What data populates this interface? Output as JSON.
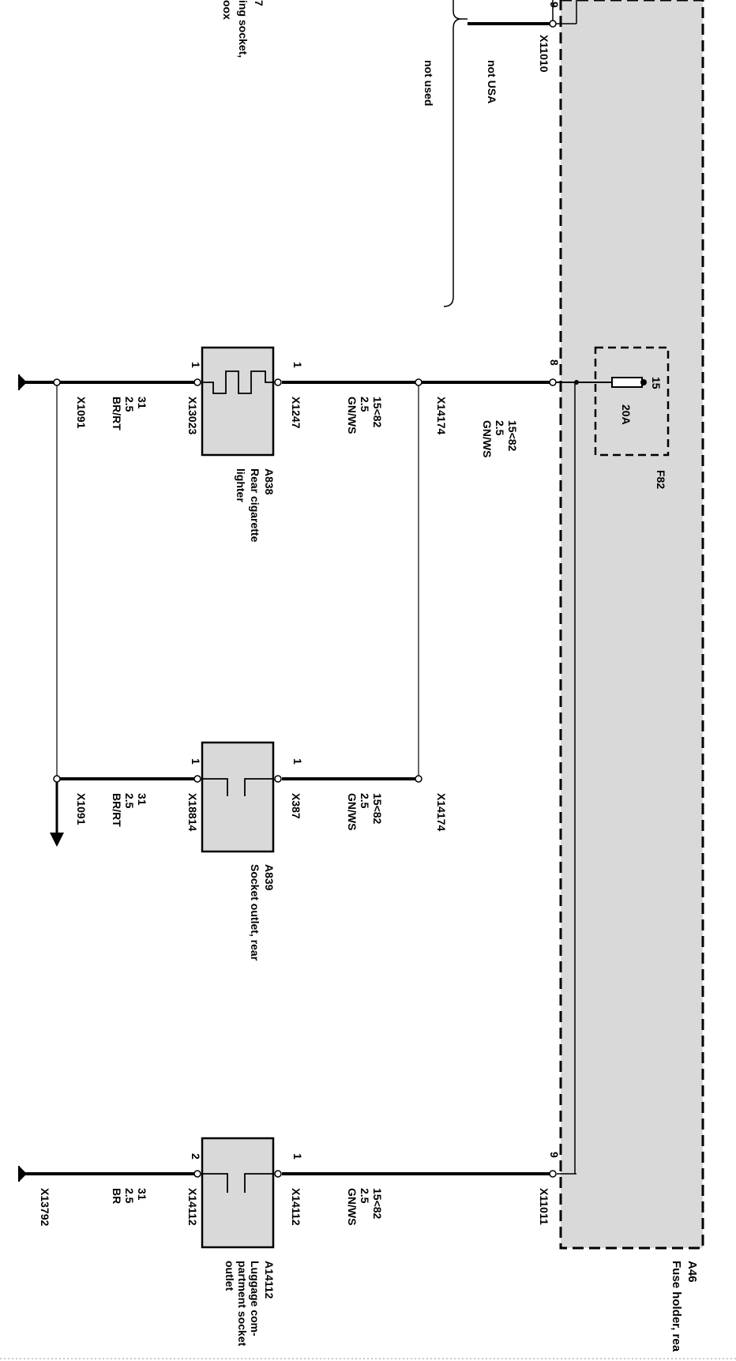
{
  "fuse_holder": {
    "ref": "A46",
    "name": "Fuse holder, rea"
  },
  "fuse": {
    "ref": "F82",
    "rating": "20A",
    "terminal": "15"
  },
  "top_partial": {
    "line1": "7",
    "line2": "ing socket,",
    "line3": "oox"
  },
  "top_connector": {
    "pin": "9",
    "ref": "X11010"
  },
  "notes": {
    "not_usa": "not USA",
    "not_used": "not used"
  },
  "main_connector": {
    "pin": "8"
  },
  "bottom_connector": {
    "pin": "9",
    "ref": "X11011"
  },
  "supply_wire": {
    "signal": "15<82",
    "gauge": "2.5",
    "color": "GN/WS"
  },
  "splice": "X14174",
  "ground_splice": "X1091",
  "lighter": {
    "ref": "A838",
    "name1": "Rear cigarette",
    "name2": "lighter",
    "pin_in": "1",
    "pin_out": "1",
    "conn_in": "X1247",
    "conn_out": "X13023",
    "wire_in": {
      "signal": "15<82",
      "gauge": "2.5",
      "color": "GN/WS"
    },
    "wire_out": {
      "signal": "31",
      "gauge": "2.5",
      "color": "BR/RT"
    }
  },
  "socket_rear": {
    "ref": "A839",
    "name": "Socket outlet, rear",
    "pin_in": "1",
    "pin_out": "1",
    "conn_in": "X387",
    "conn_out": "X18814",
    "wire_in": {
      "signal": "15<82",
      "gauge": "2.5",
      "color": "GN/WS"
    },
    "wire_out": {
      "signal": "31",
      "gauge": "2.5",
      "color": "BR/RT"
    }
  },
  "luggage_socket": {
    "ref": "A14112",
    "name1": "Luggage com-",
    "name2": "partment socket",
    "name3": "outlet",
    "pin_in": "1",
    "pin_out": "2",
    "conn_in": "X14112",
    "conn_out": "X14112",
    "wire_in": {
      "signal": "15<82",
      "gauge": "2.5",
      "color": "GN/WS"
    },
    "wire_out": {
      "signal": "31",
      "gauge": "2.5",
      "color": "BR"
    }
  },
  "ground_terminal": "X13792",
  "colors": {
    "panel": "#d9d9d9",
    "wire": "#000000",
    "line": "#000000"
  }
}
